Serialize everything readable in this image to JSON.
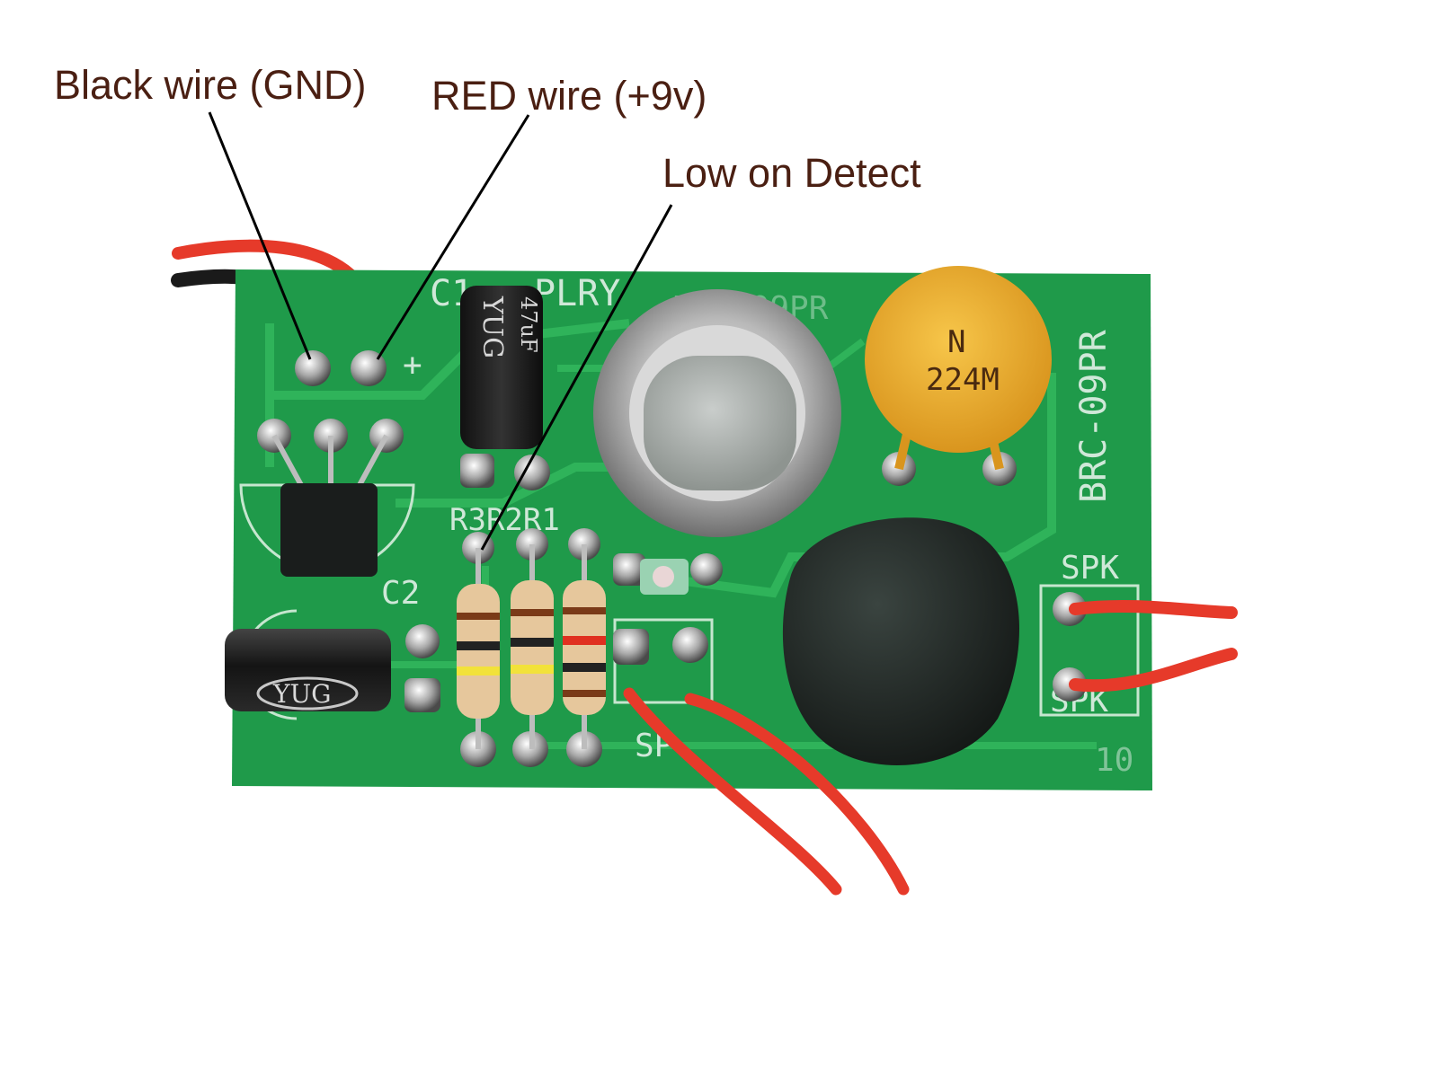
{
  "callouts": {
    "black_wire": "Black wire (GND)",
    "red_wire": "RED wire (+9v)",
    "low_on_detect": "Low on Detect"
  },
  "board_labels": {
    "board_id": "BRC-09PR",
    "board_id_faint": "BRC-09PR",
    "c1": "C1",
    "plry": "PLRY",
    "c2": "C2",
    "resistors": "R3R2R1",
    "speaker_top": "SPK",
    "speaker_bottom": "SPK",
    "speaker_bottom_left": "SP",
    "number": "10",
    "plus": "+"
  },
  "component_marks": {
    "ceramic_cap_line1": "N",
    "ceramic_cap_line2": "224M",
    "electrolytic_1_brand": "YUG",
    "electrolytic_1_value": "47uF",
    "electrolytic_2_brand": "YUG"
  },
  "colors": {
    "pcb_green": "#1f9a4a",
    "pcb_dark": "#157a38",
    "wire_red": "#e63a2a",
    "wire_black": "#1a1a1a",
    "ceramic_yellow": "#f0b531",
    "label_brown": "#4a1f12"
  }
}
